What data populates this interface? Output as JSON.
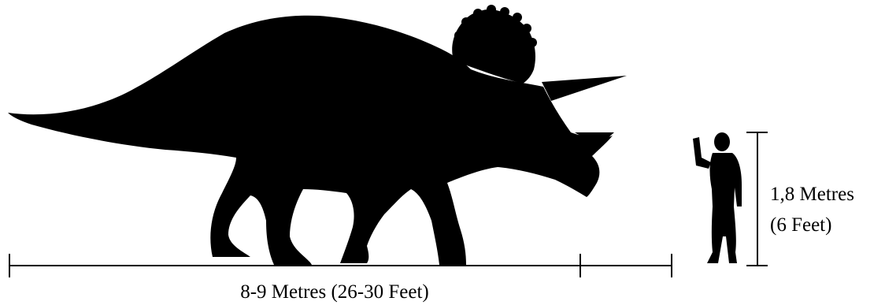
{
  "diagram": {
    "dino_length_label": "8-9 Metres (26-30 Feet)",
    "human_height_label_line1": "1,8 Metres",
    "human_height_label_line2": "(6 Feet)",
    "colors": {
      "silhouette": "#000000",
      "background": "#ffffff"
    }
  }
}
